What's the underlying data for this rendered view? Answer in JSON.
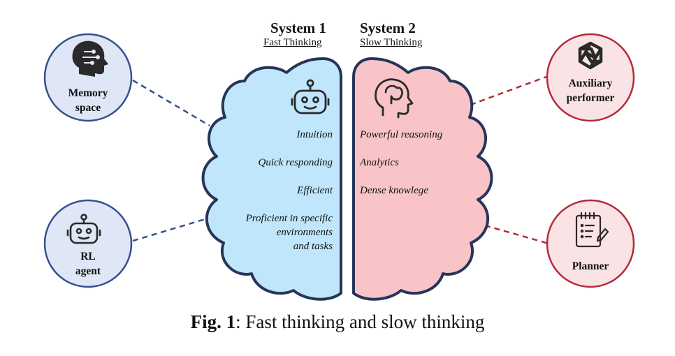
{
  "system1": {
    "title": "System 1",
    "subtitle": "Fast Thinking"
  },
  "system2": {
    "title": "System 2",
    "subtitle": "Slow Thinking"
  },
  "fast_traits": [
    "Intuition",
    "Quick responding",
    "Efficient",
    "Proficient in specific",
    "environments",
    "and tasks"
  ],
  "slow_traits": [
    "Powerful reasoning",
    "Analytics",
    "Dense knowlege"
  ],
  "nodes": {
    "memory": {
      "line1": "Memory",
      "line2": "space",
      "icon": "head-circuit-icon"
    },
    "rl": {
      "line1": "RL",
      "line2": "agent",
      "icon": "robot-icon"
    },
    "auxiliary": {
      "line1": "Auxiliary",
      "line2": "performer",
      "icon": "openai-logo-icon"
    },
    "planner": {
      "line1": "Planner",
      "icon": "clipboard-list-icon"
    }
  },
  "caption": {
    "prefix": "Fig. 1",
    "text": ": Fast thinking and slow thinking"
  },
  "colors": {
    "fast_fill": "#bfe6fb",
    "slow_fill": "#f8c4c8",
    "outline": "#263559",
    "left_node_fill": "#dfe6f6",
    "left_node_stroke": "#34508f",
    "right_node_fill": "#fae3e5",
    "right_node_stroke": "#b5293a"
  }
}
